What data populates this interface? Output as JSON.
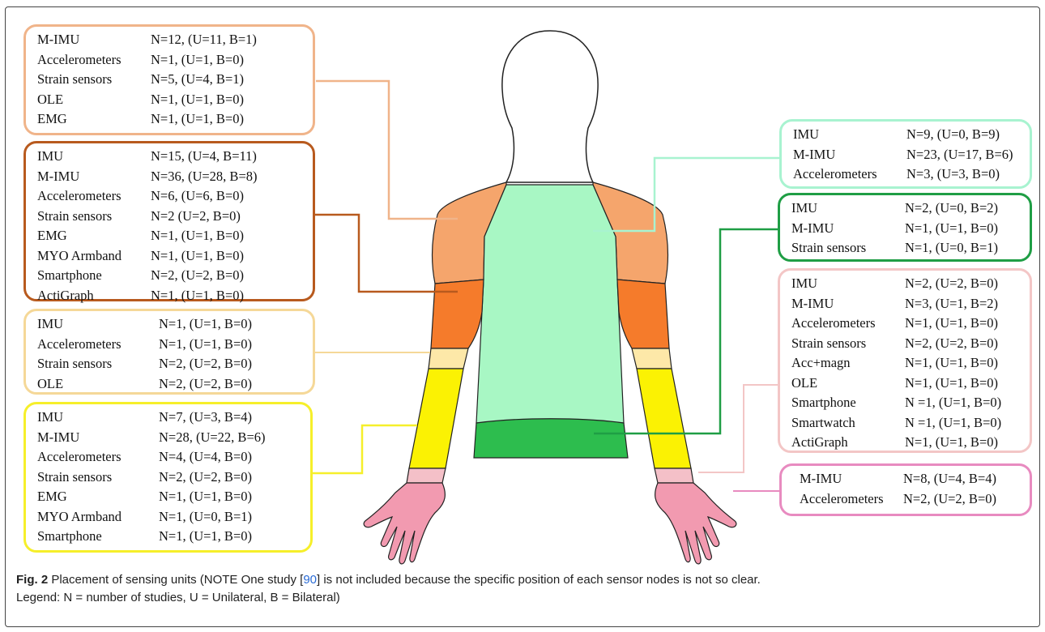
{
  "colors": {
    "head": "#ffffff",
    "shoulders": "#f5a56c",
    "upper_arm": "#f57b2b",
    "elbow": "#fde8a8",
    "forearm": "#fbf203",
    "wrist": "#f4c0c8",
    "hand": "#f29ab0",
    "chest": "#a8f7c4",
    "waist": "#2dbd4e"
  },
  "boxes": {
    "shoulder": {
      "border": "#f0b48a",
      "rows": [
        {
          "name": "M-IMU",
          "val": "N=12, (U=11, B=1)"
        },
        {
          "name": "Accelerometers",
          "val": "N=1, (U=1, B=0)"
        },
        {
          "name": "Strain sensors",
          "val": "N=5, (U=4, B=1)"
        },
        {
          "name": "OLE",
          "val": "N=1, (U=1, B=0)"
        },
        {
          "name": "EMG",
          "val": "N=1, (U=1, B=0)"
        }
      ]
    },
    "upper_arm": {
      "border": "#b85a1e",
      "rows": [
        {
          "name": "IMU",
          "val": "N=15, (U=4, B=11)"
        },
        {
          "name": "M-IMU",
          "val": "N=36, (U=28, B=8)"
        },
        {
          "name": "Accelerometers",
          "val": "N=6, (U=6, B=0)"
        },
        {
          "name": "Strain sensors",
          "val": "N=2 (U=2, B=0)"
        },
        {
          "name": "EMG",
          "val": "N=1, (U=1, B=0)"
        },
        {
          "name": "MYO Armband",
          "val": "N=1, (U=1, B=0)"
        },
        {
          "name": "Smartphone",
          "val": "N=2, (U=2, B=0)"
        },
        {
          "name": "ActiGraph",
          "val": "N=1, (U=1, B=0)"
        }
      ]
    },
    "elbow": {
      "border": "#f5d898",
      "rows": [
        {
          "name": "IMU",
          "val": "N=1, (U=1, B=0)"
        },
        {
          "name": "Accelerometers",
          "val": "N=1, (U=1, B=0)"
        },
        {
          "name": "Strain sensors",
          "val": "N=2, (U=2, B=0)"
        },
        {
          "name": "OLE",
          "val": "N=2, (U=2, B=0)"
        }
      ]
    },
    "forearm": {
      "border": "#f6ef2a",
      "rows": [
        {
          "name": "IMU",
          "val": "N=7, (U=3, B=4)"
        },
        {
          "name": "M-IMU",
          "val": "N=28, (U=22, B=6)"
        },
        {
          "name": "Accelerometers",
          "val": "N=4, (U=4, B=0)"
        },
        {
          "name": "Strain sensors",
          "val": "N=2, (U=2, B=0)"
        },
        {
          "name": "EMG",
          "val": "N=1, (U=1, B=0)"
        },
        {
          "name": "MYO Armband",
          "val": "N=1, (U=0, B=1)"
        },
        {
          "name": "Smartphone",
          "val": "N=1, (U=1, B=0)"
        }
      ]
    },
    "chest": {
      "border": "#a8f3d0",
      "rows": [
        {
          "name": "IMU",
          "val": "N=9, (U=0, B=9)"
        },
        {
          "name": "M-IMU",
          "val": "N=23, (U=17, B=6)"
        },
        {
          "name": "Accelerometers",
          "val": "N=3, (U=3, B=0)"
        }
      ]
    },
    "waist": {
      "border": "#1f9e45",
      "rows": [
        {
          "name": "IMU",
          "val": "N=2, (U=0, B=2)"
        },
        {
          "name": "M-IMU",
          "val": "N=1, (U=1, B=0)"
        },
        {
          "name": "Strain sensors",
          "val": "N=1, (U=0, B=1)"
        }
      ]
    },
    "wrist": {
      "border": "#f3c6c6",
      "rows": [
        {
          "name": "IMU",
          "val": "N=2, (U=2, B=0)"
        },
        {
          "name": "M-IMU",
          "val": "N=3, (U=1, B=2)"
        },
        {
          "name": "Accelerometers",
          "val": "N=1, (U=1, B=0)"
        },
        {
          "name": "Strain sensors",
          "val": "N=2, (U=2, B=0)"
        },
        {
          "name": "Acc+magn",
          "val": "N=1, (U=1, B=0)"
        },
        {
          "name": "OLE",
          "val": "N=1, (U=1, B=0)"
        },
        {
          "name": "Smartphone",
          "val": "N =1, (U=1, B=0)"
        },
        {
          "name": "Smartwatch",
          "val": "N =1, (U=1, B=0)"
        },
        {
          "name": "ActiGraph",
          "val": "N=1, (U=1, B=0)"
        }
      ]
    },
    "hand": {
      "border": "#e88bc0",
      "rows": [
        {
          "name": "M-IMU",
          "val": "N=8, (U=4, B=4)"
        },
        {
          "name": "Accelerometers",
          "val": "N=2, (U=2, B=0)"
        }
      ]
    }
  },
  "caption": {
    "fig_label": "Fig. 2",
    "text_before_ref": "Placement of sensing units (NOTE One study [",
    "ref": "90",
    "text_after_ref": "] is not included because the specific position of each sensor nodes is not so clear.",
    "legend": "Legend: N = number of studies, U = Unilateral, B = Bilateral)"
  }
}
